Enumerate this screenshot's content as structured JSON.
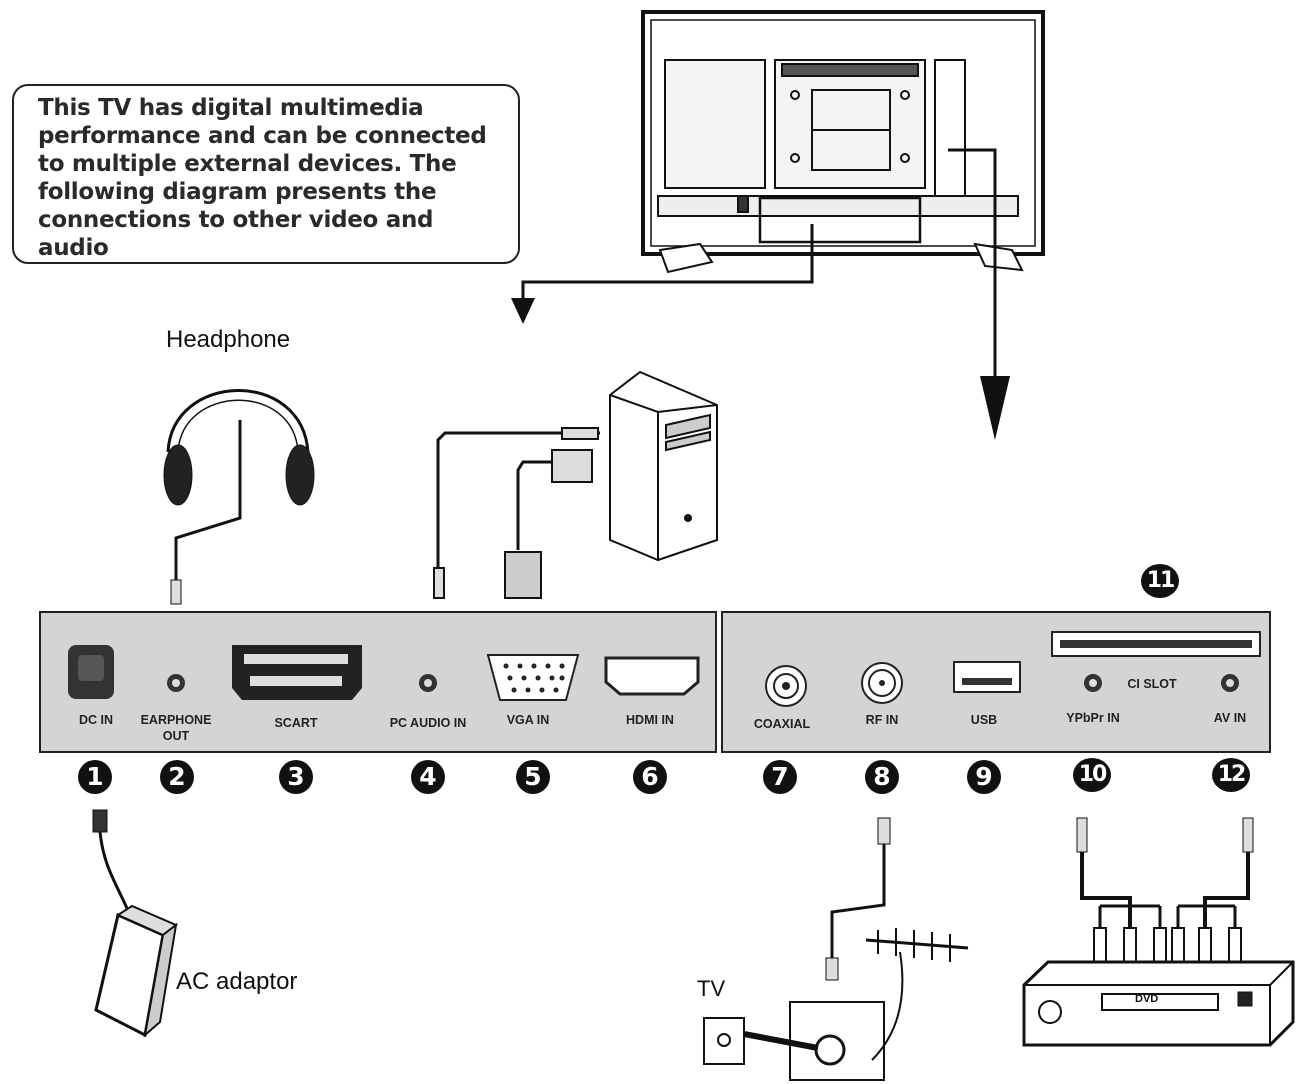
{
  "intro": {
    "line1": "This TV has digital multimedia",
    "line2": "performance and can be connected",
    "line3": "to multiple external devices. The",
    "line4": "following diagram presents the",
    "line5": "connections to other video and audio"
  },
  "labels": {
    "headphone": "Headphone",
    "ac_adaptor": "AC adaptor",
    "tv": "TV",
    "dvd": "DVD"
  },
  "ports": [
    {
      "num": "1",
      "label": "DC IN"
    },
    {
      "num": "2",
      "label": "EARPHONE OUT"
    },
    {
      "num": "3",
      "label": "SCART"
    },
    {
      "num": "4",
      "label": "PC AUDIO IN"
    },
    {
      "num": "5",
      "label": "VGA IN"
    },
    {
      "num": "6",
      "label": "HDMI IN"
    },
    {
      "num": "7",
      "label": "COAXIAL"
    },
    {
      "num": "8",
      "label": "RF IN"
    },
    {
      "num": "9",
      "label": "USB"
    },
    {
      "num": "10",
      "label": "YPbPr IN"
    },
    {
      "num": "11",
      "label": "CI SLOT"
    },
    {
      "num": "12",
      "label": "AV IN"
    }
  ]
}
